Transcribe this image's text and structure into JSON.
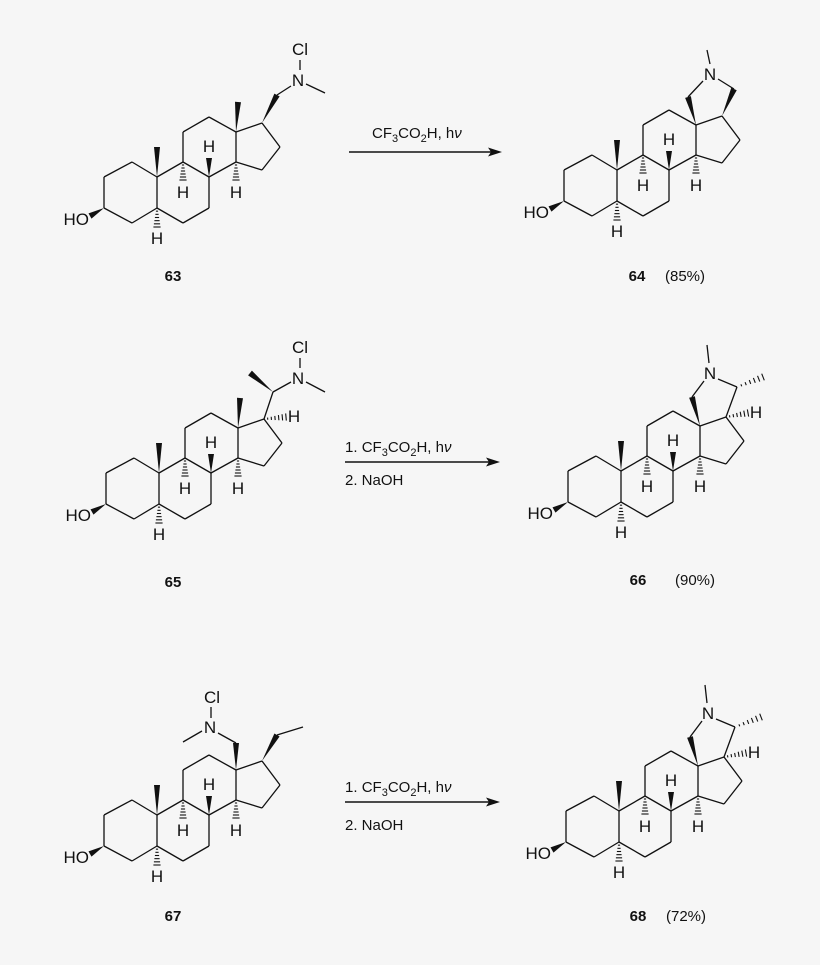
{
  "atom_labels": {
    "hydroxyl": "HO",
    "nitrogen": "N",
    "chlorine": "Cl",
    "hydrogen": "H"
  },
  "reactions": [
    {
      "starting_material": {
        "label": "63"
      },
      "product": {
        "label": "64",
        "yield": "(85%)"
      },
      "reagents": {
        "step1_number": "",
        "step1": [
          "CF",
          "3",
          "CO",
          "2",
          "H, h",
          "ν"
        ],
        "step2": ""
      }
    },
    {
      "starting_material": {
        "label": "65"
      },
      "product": {
        "label": "66",
        "yield": "(90%)"
      },
      "reagents": {
        "step1_number": "1. ",
        "step1": [
          "CF",
          "3",
          "CO",
          "2",
          "H, h",
          "ν"
        ],
        "step2": "2. NaOH"
      }
    },
    {
      "starting_material": {
        "label": "67"
      },
      "product": {
        "label": "68",
        "yield": "(72%)"
      },
      "reagents": {
        "step1_number": "1. ",
        "step1": [
          "CF",
          "3",
          "CO",
          "2",
          "H, h",
          "ν"
        ],
        "step2": "2. NaOH"
      }
    }
  ],
  "colors": {
    "background": "#f6f6f6",
    "ink": "#111111"
  }
}
